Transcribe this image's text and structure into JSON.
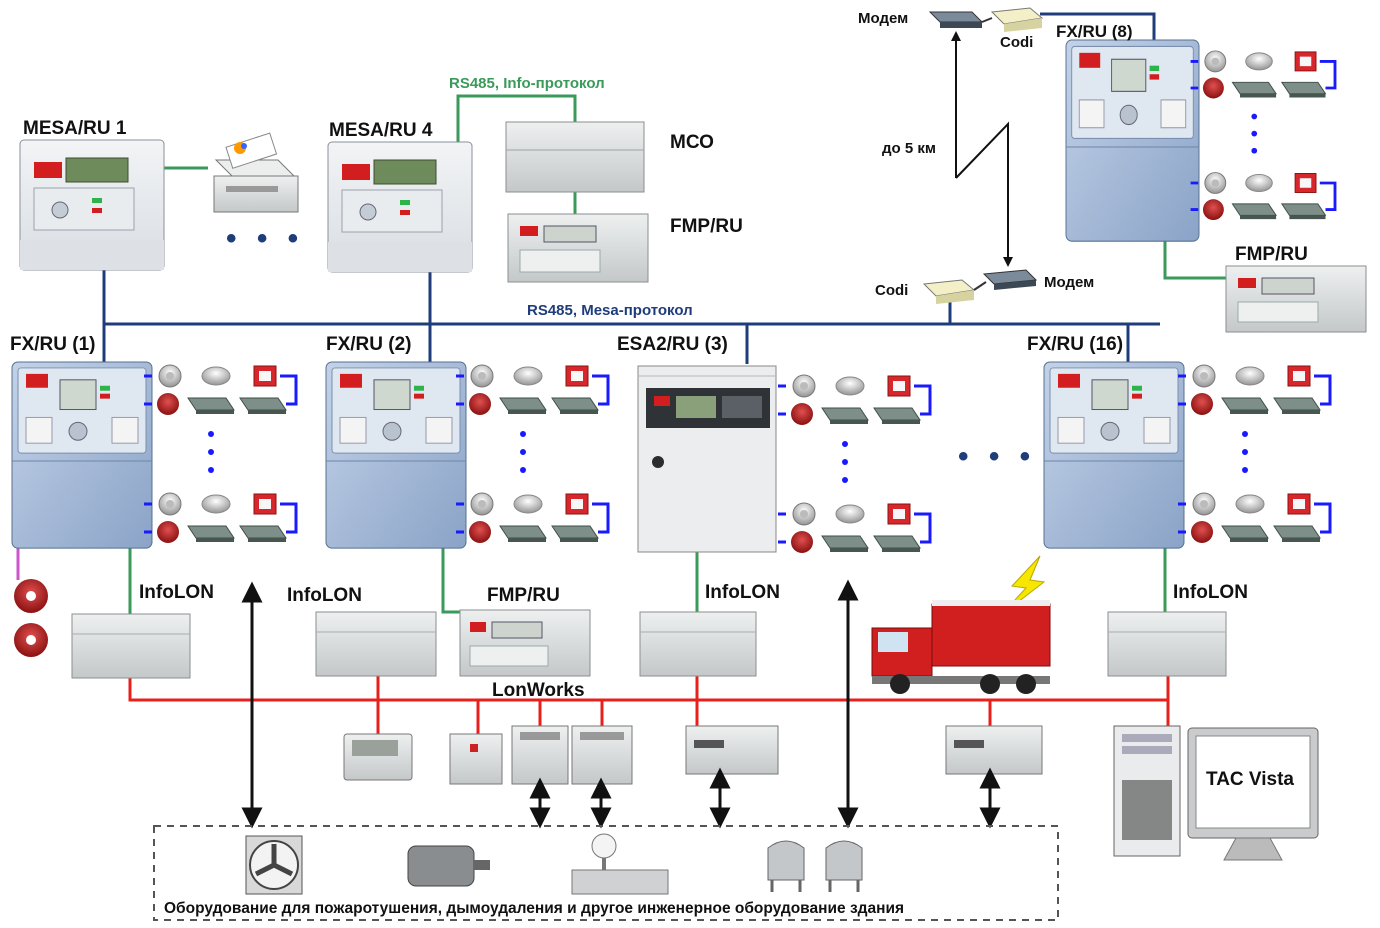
{
  "labels": {
    "mesa1": "MESA/RU 1",
    "mesa4": "MESA/RU 4",
    "mco": "МСО",
    "fmp_top": "FMP/RU",
    "fmp_mid": "FMP/RU",
    "fmp_right": "FMP/RU",
    "info_proto": "RS485, Info-протокол",
    "mesa_proto": "RS485, Mesa-протокол",
    "modem_top": "Модем",
    "codi_top": "Codi",
    "modem_bottom": "Модем",
    "codi_bottom": "Codi",
    "distance": "до 5 км",
    "fx8": "FX/RU (8)",
    "fx1": "FX/RU (1)",
    "fx2": "FX/RU (2)",
    "esa3": "ESA2/RU (3)",
    "fx16": "FX/RU (16)",
    "infolon1": "InfoLON",
    "infolon2": "InfoLON",
    "infolon3": "InfoLON",
    "infolon4": "InfoLON",
    "lonworks": "LonWorks",
    "tac_vista": "TAC Vista",
    "equipment": "Оборудование для пожаротушения, дымоудаления и другое инженерное оборудование здания",
    "ellipsis": "• • •"
  },
  "colors": {
    "lonworks_bus": "#e8201c",
    "rs485_mesa_bus": "#1e3d7a",
    "rs485_info_line": "#3a9a5a",
    "loop_line": "#1a1aff",
    "panel_body": "#a9bdd8",
    "panel_dark": "#7f98bd",
    "device_grey": "#d7d9d9",
    "fire_truck": "#d11f1f",
    "lightning": "#f7e600"
  },
  "icons": {
    "printer": "printer-icon",
    "smoke_detector": "smoke-detector-icon",
    "heat_detector": "heat-detector-icon",
    "call_point": "manual-call-point-icon",
    "sounder": "sounder-icon",
    "module": "interface-module-icon",
    "fan": "fan-icon",
    "motor": "motor-icon",
    "valve": "valve-icon",
    "tank": "tank-icon",
    "computer": "computer-icon",
    "truck": "fire-truck-icon",
    "lightning": "lightning-icon"
  }
}
